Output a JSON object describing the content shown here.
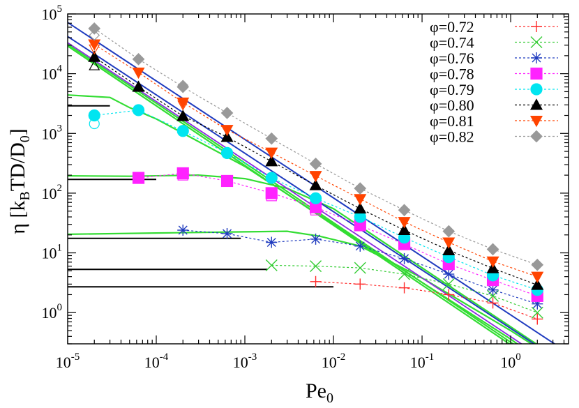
{
  "chart_data": {
    "type": "scatter",
    "title": "",
    "xlabel": "Pe",
    "xlabel_sub": "0",
    "ylabel_main": "η [k",
    "ylabel_sub1": "B",
    "ylabel_mid": "TD/D",
    "ylabel_sub2": "0",
    "ylabel_end": "]",
    "xscale": "log",
    "yscale": "log",
    "xlim": [
      1e-05,
      4.5
    ],
    "ylim": [
      0.3,
      100000
    ],
    "x_ticks": [
      {
        "value": 1e-05,
        "base": "10",
        "exp": "-5"
      },
      {
        "value": 0.0001,
        "base": "10",
        "exp": "-4"
      },
      {
        "value": 0.001,
        "base": "10",
        "exp": "-3"
      },
      {
        "value": 0.01,
        "base": "10",
        "exp": "-2"
      },
      {
        "value": 0.1,
        "base": "10",
        "exp": "-1"
      },
      {
        "value": 1,
        "base": "10",
        "exp": "0"
      }
    ],
    "y_ticks": [
      {
        "value": 1,
        "base": "10",
        "exp": "0"
      },
      {
        "value": 10,
        "base": "10",
        "exp": "1"
      },
      {
        "value": 100,
        "base": "10",
        "exp": "2"
      },
      {
        "value": 1000,
        "base": "10",
        "exp": "3"
      },
      {
        "value": 10000,
        "base": "10",
        "exp": "4"
      },
      {
        "value": 100000,
        "base": "10",
        "exp": "5"
      }
    ],
    "legend_position": "top-right",
    "series": [
      {
        "name": "φ=0.72",
        "color": "#ff2a2a",
        "marker": "plus",
        "points": [
          [
            0.0063,
            3.3
          ],
          [
            0.02,
            3.0
          ],
          [
            0.063,
            2.6
          ],
          [
            0.2,
            2.0
          ],
          [
            0.63,
            1.45
          ],
          [
            2.0,
            0.78
          ]
        ]
      },
      {
        "name": "φ=0.74",
        "color": "#33cc33",
        "marker": "cross",
        "points": [
          [
            0.002,
            6.2
          ],
          [
            0.0063,
            6.0
          ],
          [
            0.02,
            5.6
          ],
          [
            0.063,
            4.4
          ],
          [
            0.2,
            3.0
          ],
          [
            0.63,
            1.9
          ],
          [
            2.0,
            1.0
          ]
        ]
      },
      {
        "name": "φ=0.76",
        "color": "#1f3bbf",
        "marker": "star",
        "points": [
          [
            0.0002,
            24
          ],
          [
            0.00063,
            21
          ],
          [
            0.002,
            15
          ],
          [
            0.0063,
            17
          ],
          [
            0.02,
            13
          ],
          [
            0.063,
            8
          ],
          [
            0.2,
            4.4
          ],
          [
            0.63,
            2.4
          ],
          [
            2.0,
            1.4
          ]
        ]
      },
      {
        "name": "φ=0.78",
        "color": "#ff22ff",
        "marker": "square",
        "points": [
          [
            6.3e-05,
            180
          ],
          [
            0.0002,
            215
          ],
          [
            0.00063,
            160
          ],
          [
            0.002,
            100
          ],
          [
            0.0063,
            58
          ],
          [
            0.02,
            29
          ],
          [
            0.063,
            14
          ],
          [
            0.2,
            6.5
          ],
          [
            0.63,
            3.5
          ],
          [
            2.0,
            1.9
          ]
        ]
      },
      {
        "name": "φ=0.79",
        "color": "#00e5f0",
        "marker": "circle",
        "points": [
          [
            2e-05,
            2000
          ],
          [
            6.3e-05,
            2450
          ],
          [
            0.0002,
            1100
          ],
          [
            0.00063,
            470
          ],
          [
            0.002,
            180
          ],
          [
            0.0063,
            82
          ],
          [
            0.02,
            40
          ],
          [
            0.063,
            18
          ],
          [
            0.2,
            8.5
          ],
          [
            0.63,
            4.2
          ],
          [
            2.0,
            2.4
          ]
        ]
      },
      {
        "name": "φ=0.80",
        "color": "#000000",
        "marker": "triangle-up",
        "points": [
          [
            2e-05,
            19000
          ],
          [
            6.3e-05,
            6000
          ],
          [
            0.0002,
            1950
          ],
          [
            0.00063,
            870
          ],
          [
            0.002,
            340
          ],
          [
            0.0063,
            135
          ],
          [
            0.02,
            55
          ],
          [
            0.063,
            24
          ],
          [
            0.2,
            11
          ],
          [
            0.63,
            5.5
          ],
          [
            2.0,
            2.9
          ]
        ]
      },
      {
        "name": "φ=0.81",
        "color": "#ff4400",
        "marker": "triangle-down",
        "points": [
          [
            2e-05,
            31000
          ],
          [
            6.3e-05,
            10500
          ],
          [
            0.0002,
            3300
          ],
          [
            0.00063,
            1150
          ],
          [
            0.002,
            480
          ],
          [
            0.0063,
            195
          ],
          [
            0.02,
            80
          ],
          [
            0.063,
            33
          ],
          [
            0.2,
            15
          ],
          [
            0.63,
            7.2
          ],
          [
            2.0,
            4.0
          ]
        ]
      },
      {
        "name": "φ=0.82",
        "color": "#999999",
        "marker": "diamond",
        "points": [
          [
            2e-05,
            57000
          ],
          [
            6.3e-05,
            17500
          ],
          [
            0.0002,
            6000
          ],
          [
            0.00063,
            2200
          ],
          [
            0.002,
            820
          ],
          [
            0.0063,
            310
          ],
          [
            0.02,
            120
          ],
          [
            0.063,
            52
          ],
          [
            0.2,
            23
          ],
          [
            0.63,
            11.5
          ],
          [
            2.0,
            6.3
          ]
        ]
      }
    ],
    "open_markers": [
      {
        "marker": "triangle-up",
        "color": "#000000",
        "points": [
          [
            2e-05,
            13500
          ]
        ]
      },
      {
        "marker": "circle",
        "color": "#00e5f0",
        "points": [
          [
            2e-05,
            1450
          ]
        ]
      },
      {
        "marker": "square",
        "color": "#ff22ff",
        "points": [
          [
            0.0002,
            200
          ],
          [
            0.002,
            90
          ],
          [
            0.0063,
            52
          ]
        ]
      },
      {
        "marker": "diamond",
        "color": "#999999",
        "points": [
          [
            2e-05,
            44000
          ],
          [
            0.0002,
            6400
          ]
        ]
      },
      {
        "marker": "triangle-down",
        "color": "#ff4400",
        "points": [
          [
            2e-05,
            26000
          ],
          [
            0.0002,
            3000
          ]
        ]
      }
    ],
    "green_curves": [
      [
        [
          1e-05,
          4400
        ],
        [
          3e-05,
          4000
        ],
        [
          5e-05,
          2700
        ],
        [
          0.0001,
          1750
        ],
        [
          0.001,
          280
        ],
        [
          0.01,
          30
        ],
        [
          0.1,
          3.2
        ],
        [
          1,
          0.36
        ],
        [
          4.5,
          0.07
        ]
      ],
      [
        [
          1e-05,
          195
        ],
        [
          5e-05,
          192
        ],
        [
          0.0003,
          200
        ],
        [
          0.001,
          175
        ],
        [
          0.003,
          120
        ],
        [
          0.01,
          55
        ],
        [
          0.1,
          5.6
        ],
        [
          1,
          0.58
        ],
        [
          4.5,
          0.13
        ]
      ],
      [
        [
          1e-05,
          20.5
        ],
        [
          0.0001,
          21.5
        ],
        [
          0.001,
          22.5
        ],
        [
          0.003,
          23
        ],
        [
          0.007,
          19
        ],
        [
          0.02,
          13
        ],
        [
          0.1,
          3.8
        ],
        [
          1,
          0.5
        ],
        [
          4.5,
          0.12
        ]
      ],
      [
        [
          1e-05,
          31000
        ],
        [
          0.0001,
          3200
        ],
        [
          0.001,
          320
        ],
        [
          0.01,
          32
        ],
        [
          0.1,
          3.2
        ],
        [
          1,
          0.32
        ],
        [
          4.5,
          0.07
        ]
      ],
      [
        [
          1e-05,
          29000
        ],
        [
          0.0001,
          2900
        ],
        [
          0.001,
          290
        ],
        [
          0.01,
          29
        ],
        [
          0.1,
          2.9
        ],
        [
          1,
          0.29
        ],
        [
          4.5,
          0.065
        ]
      ]
    ],
    "blue_lines": [
      [
        [
          1e-05,
          72000
        ],
        [
          4.5,
          0.21
        ]
      ],
      [
        [
          1e-05,
          42000
        ],
        [
          4.5,
          0.125
        ]
      ]
    ],
    "purple_lines": [
      [
        [
          1e-05,
          33000
        ],
        [
          4.5,
          0.09
        ]
      ]
    ],
    "black_plateaus": [
      [
        [
          1e-05,
          2900
        ],
        [
          3e-05,
          2900
        ]
      ],
      [
        [
          1e-05,
          170
        ],
        [
          0.0001,
          170
        ]
      ],
      [
        [
          1e-05,
          17.5
        ],
        [
          0.0009,
          17.5
        ]
      ],
      [
        [
          1e-05,
          5.3
        ],
        [
          0.0018,
          5.3
        ]
      ],
      [
        [
          1e-05,
          2.7
        ],
        [
          0.01,
          2.7
        ]
      ]
    ]
  }
}
